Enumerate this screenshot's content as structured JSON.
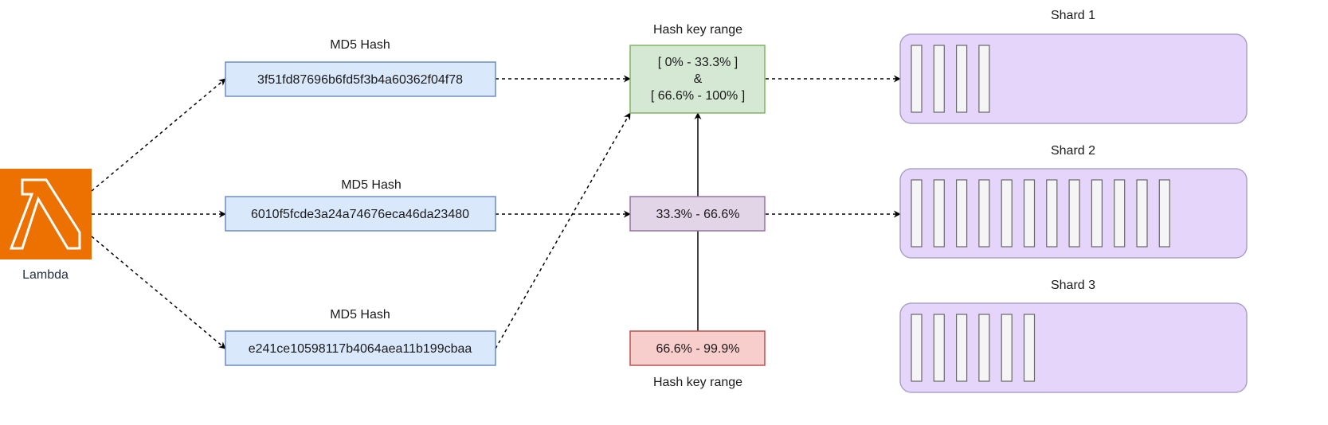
{
  "lambda": {
    "label": "Lambda",
    "color": "#ED7100"
  },
  "hash_boxes": [
    {
      "label": "MD5 Hash",
      "value": "3f51fd87696b6fd5f3b4a60362f04f78"
    },
    {
      "label": "MD5 Hash",
      "value": "6010f5fcde3a24a74676eca46da23480"
    },
    {
      "label": "MD5 Hash",
      "value": "e241ce10598117b4064aea11b199cbaa"
    }
  ],
  "ranges": {
    "top_label": "Hash key range",
    "bottom_label": "Hash key range",
    "combined": {
      "line1": "[ 0% - 33.3% ]",
      "line2": "&",
      "line3": "[ 66.6% - 100% ]"
    },
    "middle": "33.3% - 66.6%",
    "bottom": "66.6% - 99.9%"
  },
  "shards": [
    {
      "label": "Shard 1",
      "records": 4
    },
    {
      "label": "Shard 2",
      "records": 12
    },
    {
      "label": "Shard 3",
      "records": 6
    }
  ],
  "colors": {
    "hash_fill": "#dae8fc",
    "hash_stroke": "#6c8ebf",
    "green_fill": "#d5e8d4",
    "green_stroke": "#82b366",
    "purple_fill": "#e1d5e7",
    "purple_stroke": "#9673a6",
    "red_fill": "#f8cecc",
    "red_stroke": "#b85450",
    "shard_fill": "#e5d5fa",
    "shard_stroke": "#a9a3c9"
  }
}
